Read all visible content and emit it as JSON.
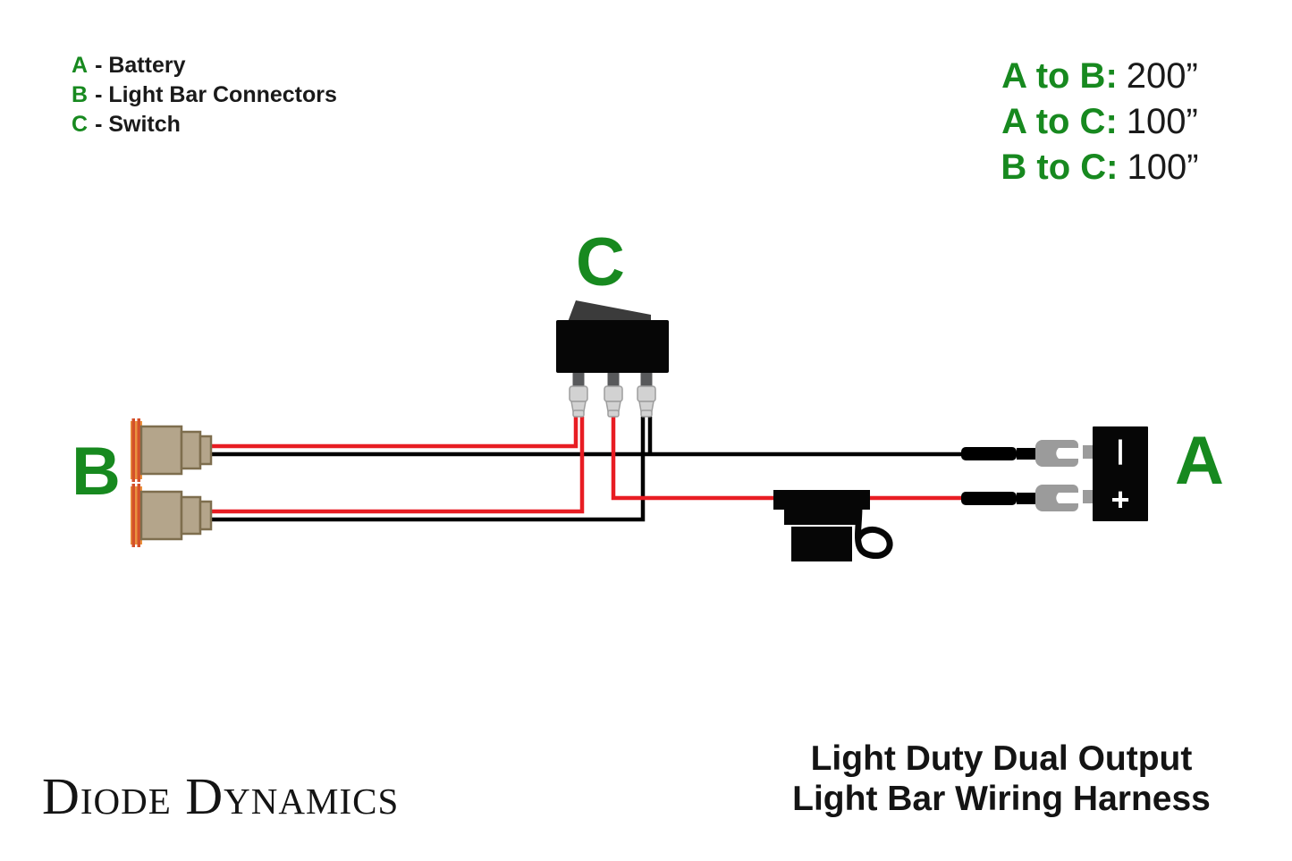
{
  "legend": {
    "items": [
      {
        "letter": "A",
        "text": "- Battery"
      },
      {
        "letter": "B",
        "text": "- Light Bar Connectors"
      },
      {
        "letter": "C",
        "text": "- Switch"
      }
    ]
  },
  "distances": [
    {
      "label": "A to B:",
      "value": "200”"
    },
    {
      "label": "A to C:",
      "value": "100”"
    },
    {
      "label": "B to C:",
      "value": "100”"
    }
  ],
  "diagram": {
    "labels": {
      "battery": "A",
      "light_bar_connectors": "B",
      "switch": "C"
    },
    "battery": {
      "negative": "|",
      "positive": "+"
    }
  },
  "footer": {
    "logo": "Diode Dynamics",
    "title_line1": "Light Duty Dual Output",
    "title_line2": "Light Bar Wiring Harness"
  },
  "colors": {
    "green": "#17891f",
    "wire_red": "#e81d23",
    "wire_black": "#000000",
    "text_black": "#1a1a1a",
    "connector_tan": "#b4a58b",
    "connector_tan_border": "#7e6e4e",
    "flange_orange": "#e9913e",
    "flange_red": "#d4502a",
    "switch_black": "#060606",
    "rocker_gray": "#3b3b3b",
    "stub_gray": "#58595b",
    "spade_gray": "#d2d2d2",
    "fork_gray": "#9b9b9b"
  }
}
